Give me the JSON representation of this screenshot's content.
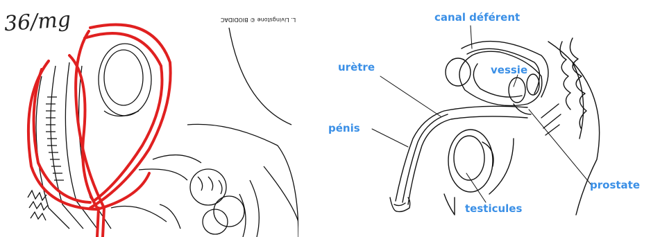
{
  "left_figure": {
    "credit": "L. Livingstone © BIODIDAC",
    "handwritten_note": "36/mg",
    "annotation_color": "#e02020"
  },
  "right_figure": {
    "label_color": "#3a8fe6",
    "labels": {
      "canal_deferent": "canal déférent",
      "vessie": "vessie",
      "uretre": "urètre",
      "penis": "pénis",
      "prostate": "prostate",
      "testicules": "testicules"
    }
  }
}
